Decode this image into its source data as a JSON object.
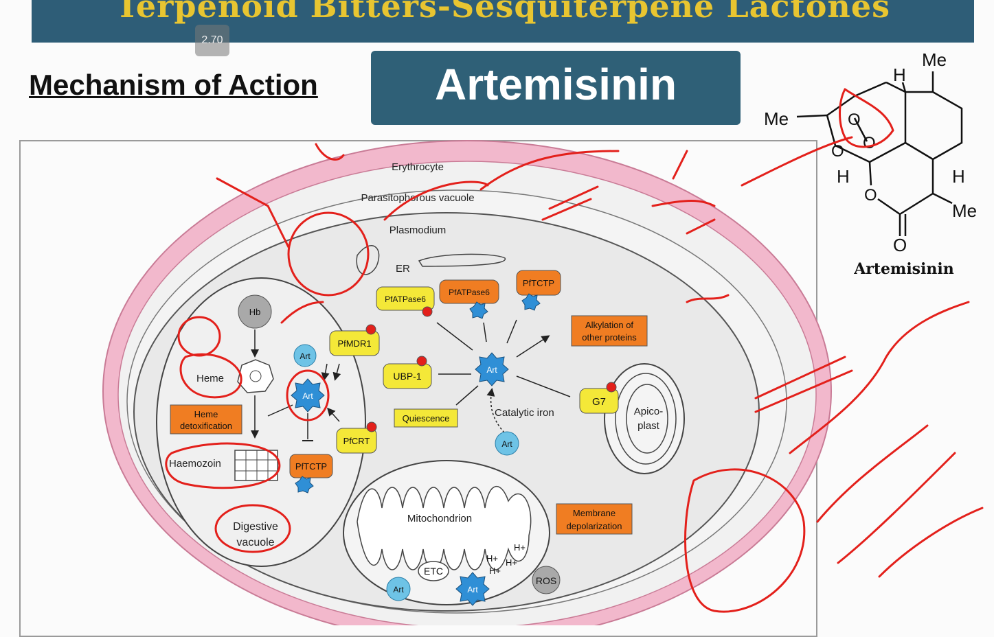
{
  "header": {
    "title": "Terpenoid Bitters-Sesquiterpene Lactones",
    "speed_badge": "2.70"
  },
  "slide": {
    "section_heading": "Mechanism of Action",
    "drug_name": "Artemisinin"
  },
  "figure": {
    "erythrocyte": "Erythrocyte",
    "parasitophorous": "Parasitophorous vacuole",
    "plasmodium": "Plasmodium",
    "er": "ER",
    "hb": "Hb",
    "heme": "Heme",
    "heme_detox_1": "Heme",
    "heme_detox_2": "detoxification",
    "haemozoin": "Haemozoin",
    "digestive_1": "Digestive",
    "digestive_2": "vacuole",
    "art": "Art",
    "pfmdr1": "PfMDR1",
    "pfcrt": "PfCRT",
    "pftctp": "PfTCTP",
    "pfatpase6": "PfATPase6",
    "ubp1": "UBP-1",
    "quiescence": "Quiescence",
    "catalytic_iron": "Catalytic iron",
    "g7": "G7",
    "apico_1": "Apico-",
    "apico_2": "plast",
    "alkylation_1": "Alkylation of",
    "alkylation_2": "other proteins",
    "mitochondrion": "Mitochondrion",
    "membrane_1": "Membrane",
    "membrane_2": "depolarization",
    "etc": "ETC",
    "ros": "ROS",
    "h_plus": "H+"
  },
  "structure": {
    "me": "Me",
    "h": "H",
    "o": "O",
    "caption": "Artemisinin"
  },
  "colors": {
    "banner": "#2e5d77",
    "banner_text": "#e8c531",
    "drug_box": "#2f6077",
    "erythrocyte": "#f2b8cc",
    "orange_box": "#f07d22",
    "yellow_box": "#f4e838",
    "art_star": "#2f8fd6",
    "annotation": "#e3201b"
  }
}
